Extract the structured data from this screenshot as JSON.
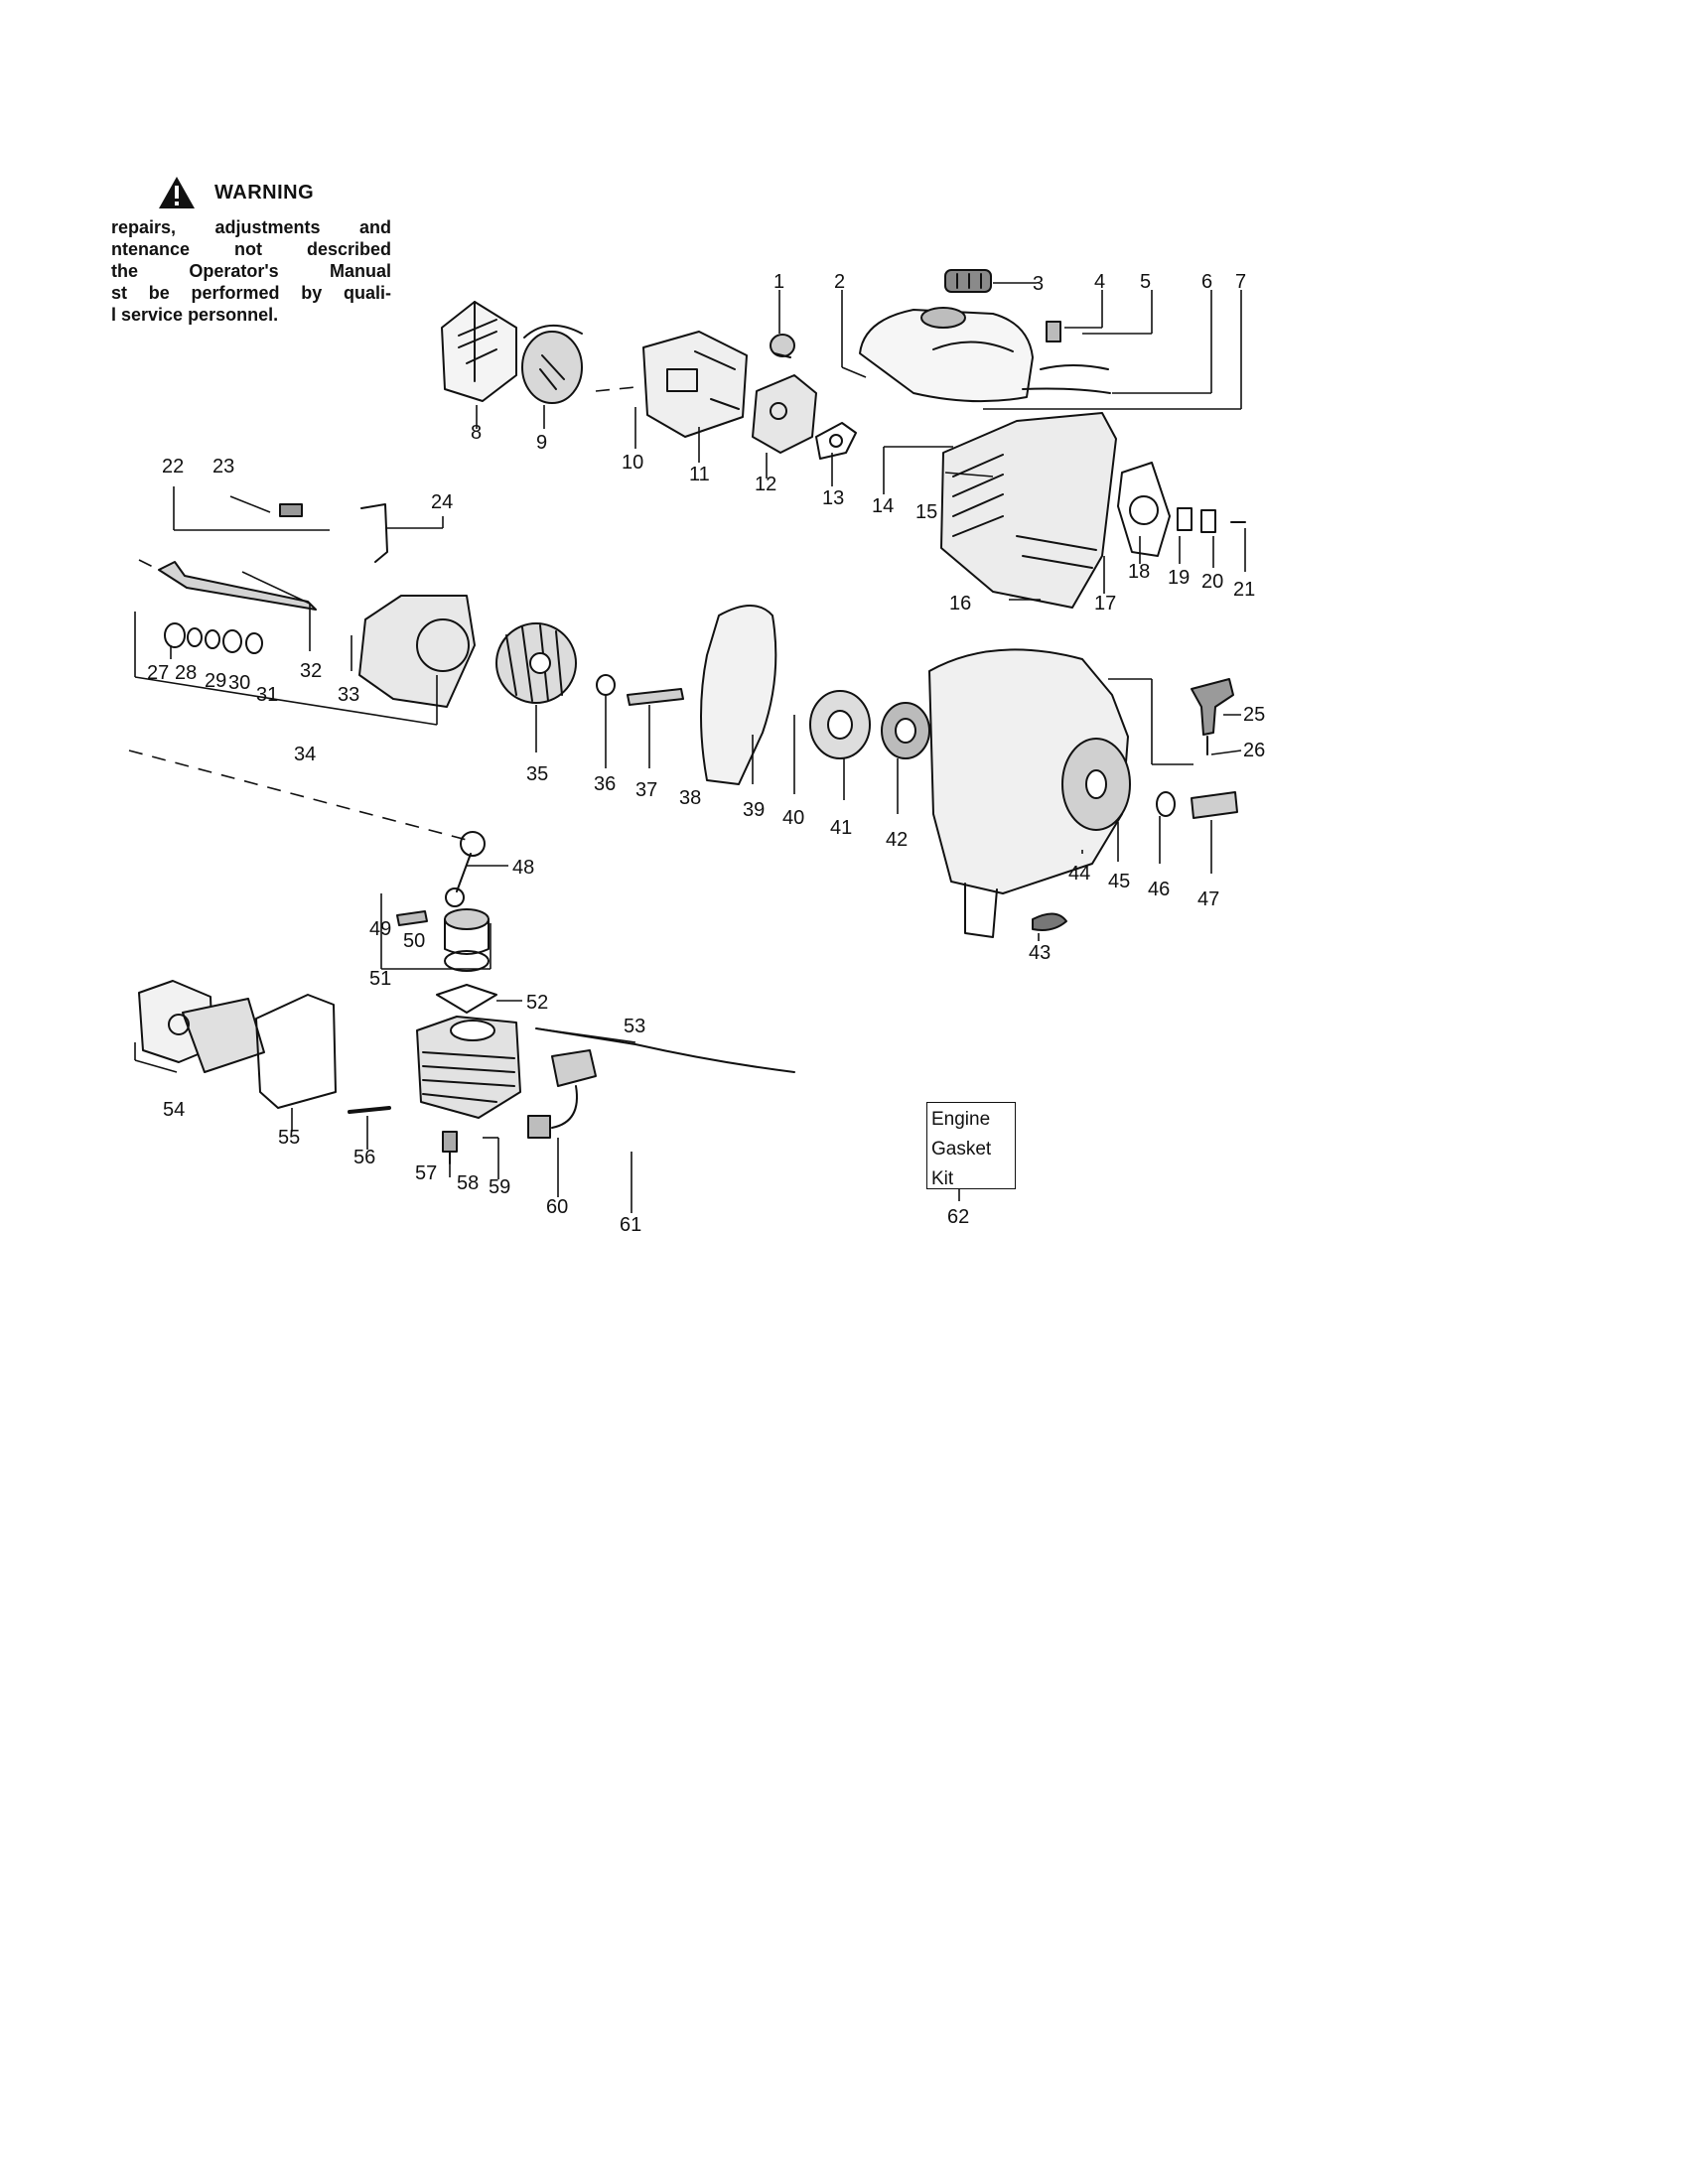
{
  "warning": {
    "title": "WARNING",
    "lines": [
      "repairs, adjustments and",
      "ntenance not described",
      "the Operator's Manual",
      "st be performed by quali-",
      "l service personnel."
    ]
  },
  "callouts": [
    "1",
    "2",
    "3",
    "4",
    "5",
    "6",
    "7",
    "8",
    "9",
    "10",
    "11",
    "12",
    "13",
    "14",
    "15",
    "16",
    "17",
    "18",
    "19",
    "20",
    "21",
    "22",
    "23",
    "24",
    "25",
    "26",
    "27",
    "28",
    "29",
    "30",
    "31",
    "32",
    "33",
    "34",
    "35",
    "36",
    "37",
    "38",
    "39",
    "40",
    "41",
    "42",
    "43",
    "44",
    "45",
    "46",
    "47",
    "48",
    "49",
    "50",
    "51",
    "52",
    "53",
    "54",
    "55",
    "56",
    "57",
    "58",
    "59",
    "60",
    "61",
    "62"
  ],
  "kit_box": {
    "lines": [
      "Engine",
      "Gasket",
      "Kit"
    ],
    "number": "62"
  }
}
